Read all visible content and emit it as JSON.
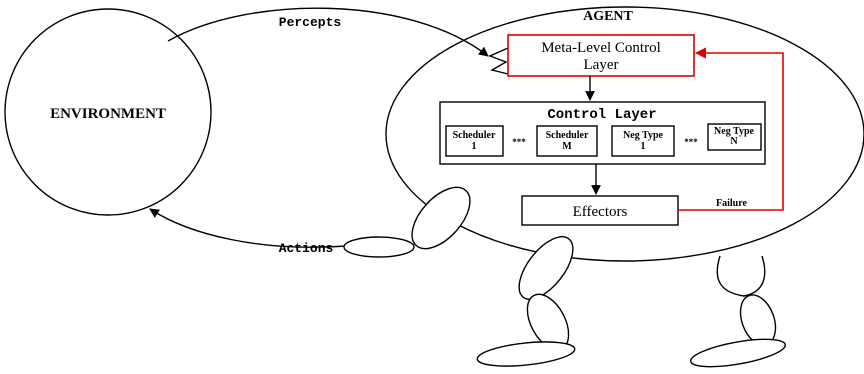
{
  "environment": {
    "label": "ENVIRONMENT"
  },
  "agent": {
    "label": "AGENT"
  },
  "flows": {
    "percepts": "Percepts",
    "actions": "Actions"
  },
  "meta_layer": {
    "line1": "Meta-Level Control",
    "line2": "Layer",
    "border_color": "#e00000"
  },
  "control_layer": {
    "title": "Control Layer",
    "items": [
      {
        "line1": "Scheduler",
        "line2": "1"
      },
      {
        "line1": "Scheduler",
        "line2": "M"
      },
      {
        "line1": "Neg Type",
        "line2": "1"
      },
      {
        "line1": "Neg Type",
        "line2": "N"
      }
    ],
    "ellipsis": "***"
  },
  "effectors": {
    "label": "Effectors"
  },
  "failure": {
    "label": "Failure",
    "color": "#e00000"
  }
}
